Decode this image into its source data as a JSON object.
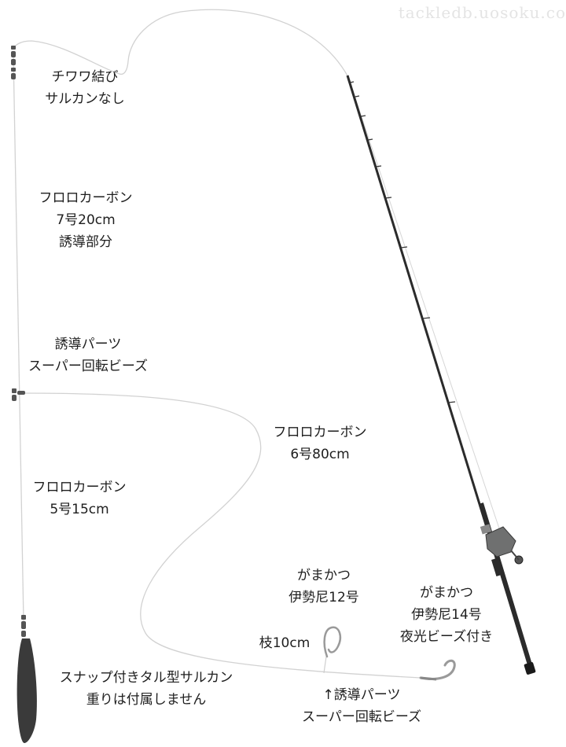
{
  "watermark": "tackledb.uosoku.co",
  "labels": {
    "knot": [
      "チワワ結び",
      "サルカンなし"
    ],
    "leader_top": [
      "フロロカーボン",
      "7号20cm",
      "誘導部分"
    ],
    "bead_left": [
      "誘導パーツ",
      "スーパー回転ビーズ"
    ],
    "leader_bottom": [
      "フロロカーボン",
      "5号15cm"
    ],
    "main_line": [
      "フロロカーボン",
      "6号80cm"
    ],
    "hook_small": [
      "がまかつ",
      "伊勢尼12号"
    ],
    "hook_large": [
      "がまかつ",
      "伊勢尼14号",
      "夜光ビーズ付き"
    ],
    "branch": "枝10cm",
    "sinker": [
      "スナップ付きタル型サルカン",
      "重りは付属しません"
    ],
    "bead_bottom": [
      "↑誘導パーツ",
      "スーパー回転ビーズ"
    ]
  },
  "colors": {
    "line": "#d2d2d2",
    "rod": "#2b2b2b",
    "reel": "#6f7070",
    "sinker": "#3a3a3a",
    "swivel": "#555555",
    "hook": "#9a9a9a"
  }
}
